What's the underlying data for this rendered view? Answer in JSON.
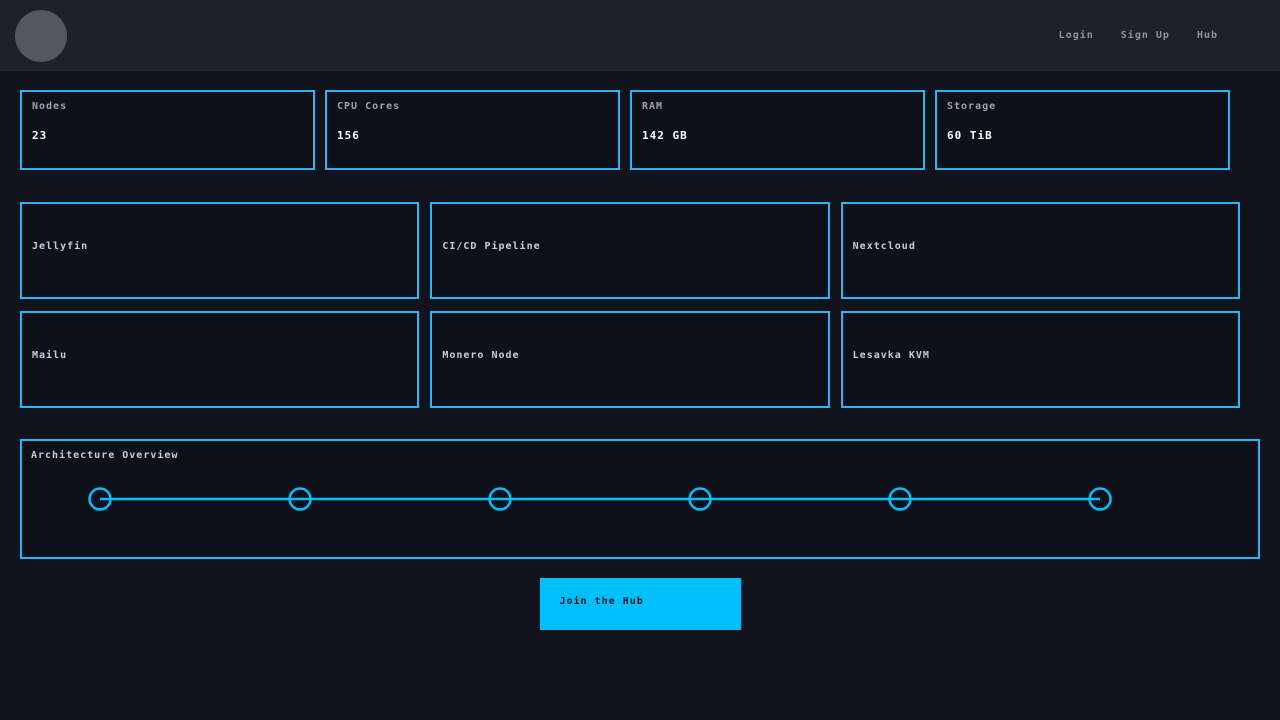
{
  "navbar": {
    "links": [
      {
        "label": "Login"
      },
      {
        "label": "Sign Up"
      },
      {
        "label": "Hub"
      }
    ]
  },
  "stats": [
    {
      "label": "Nodes",
      "value": "23"
    },
    {
      "label": "CPU Cores",
      "value": "156"
    },
    {
      "label": "RAM",
      "value": "142 GB"
    },
    {
      "label": "Storage",
      "value": "60 TiB"
    }
  ],
  "services": [
    {
      "label": "Jellyfin"
    },
    {
      "label": "CI/CD Pipeline"
    },
    {
      "label": "Nextcloud"
    },
    {
      "label": "Mailu"
    },
    {
      "label": "Monero Node"
    },
    {
      "label": "Lesavka KVM"
    }
  ],
  "architecture": {
    "title": "Architecture Overview",
    "node_count": 6
  },
  "cta": {
    "label": "Join the Hub"
  },
  "colors": {
    "page_background": "#10131c",
    "navbar_background": "#1e212a",
    "card_border": "#29b6f6",
    "diagram_stroke": "#00bfff",
    "cta_background": "#00bfff"
  }
}
